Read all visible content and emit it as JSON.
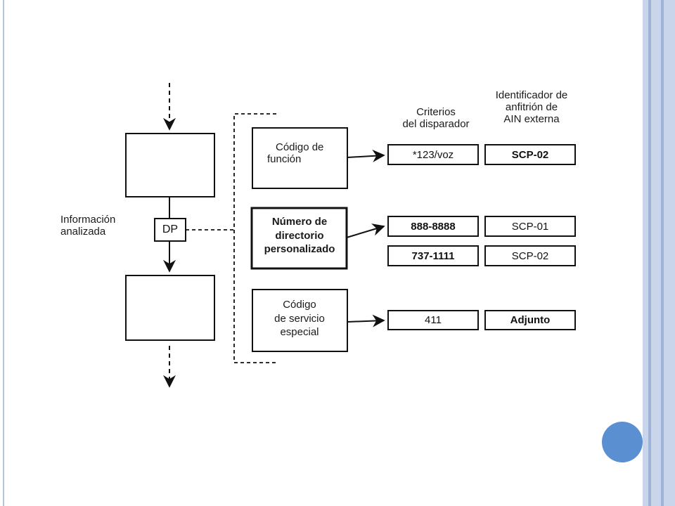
{
  "diagram": {
    "left_label": [
      "Información",
      "analizada"
    ],
    "dp_label": "DP",
    "column_headers": {
      "criteria": [
        "Criterios",
        "del disparador"
      ],
      "identifier": [
        "Identificador de",
        "anfitrión de",
        "AIN externa"
      ]
    },
    "triggers": [
      {
        "label": [
          "Código de",
          "función"
        ]
      },
      {
        "label": [
          "Número de",
          "directorio",
          "personalizado"
        ]
      },
      {
        "label": [
          "Código",
          "de servicio",
          "especial"
        ]
      }
    ],
    "rows": [
      {
        "criteria": "*123/voz",
        "host": "SCP-02"
      },
      {
        "criteria": "888-8888",
        "host": "SCP-01"
      },
      {
        "criteria": "737-1111",
        "host": "SCP-02"
      },
      {
        "criteria": "411",
        "host": "Adjunto"
      }
    ]
  },
  "colors": {
    "accent": "#5a8fd1",
    "stripe_light": "#c9d5ea",
    "stripe_dark": "#9fb3d6"
  }
}
